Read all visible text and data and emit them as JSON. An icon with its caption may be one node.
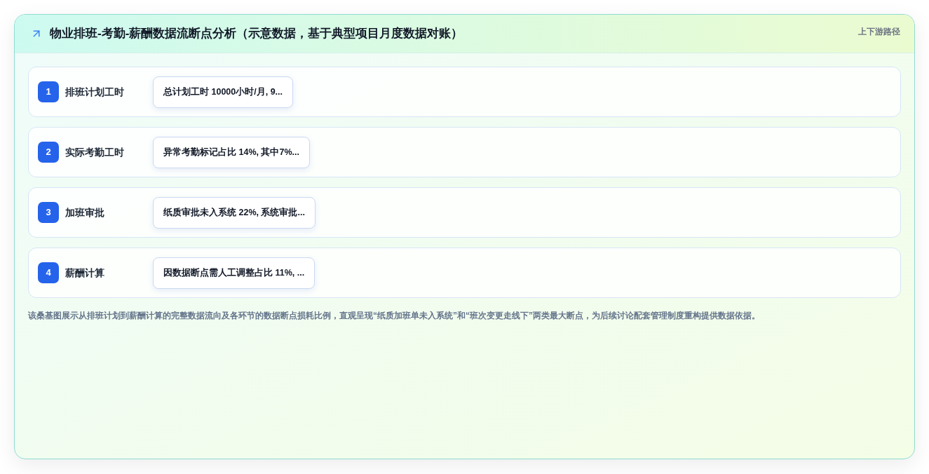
{
  "diagram": {
    "title": "物业排班-考勤-薪酬数据流断点分析（示意数据，基于典型项目月度数据对账）",
    "nodes": [
      {
        "text": [
          "排班计划工时"
        ]
      },
      {
        "text": [
          "1"
        ],
        "in": 0
      },
      {
        "text": [
          "总计划工时 10000小时/月, 9..."
        ],
        "in": 0
      },
      {
        "text": [
          "实际考勤工时"
        ]
      },
      {
        "text": [
          "2"
        ],
        "in": 3
      },
      {
        "text": [
          "异常考勤标记占比 14%, 其中7%..."
        ],
        "in": 3
      },
      {
        "text": [
          "加班审批"
        ]
      },
      {
        "text": [
          "3"
        ],
        "in": 6
      },
      {
        "text": [
          "纸质审批未入系统 22%, 系统审批..."
        ],
        "in": 6
      },
      {
        "text": [
          "薪酬计算"
        ]
      },
      {
        "text": [
          "4"
        ],
        "in": 9
      },
      {
        "text": [
          "因数据断点需人工调整占比 11%, ..."
        ],
        "in": 9
      }
    ],
    "labels": [
      "上下游路径"
    ],
    "caption": "该桑基图展示从排班计划到薪酬计算的完整数据流向及各环节的数据断点损耗比例，直观呈现“纸质加班单未入系统”和“班次变更走线下”两类最大断点，为后续讨论配套管理制度重构提供数据依据。"
  }
}
